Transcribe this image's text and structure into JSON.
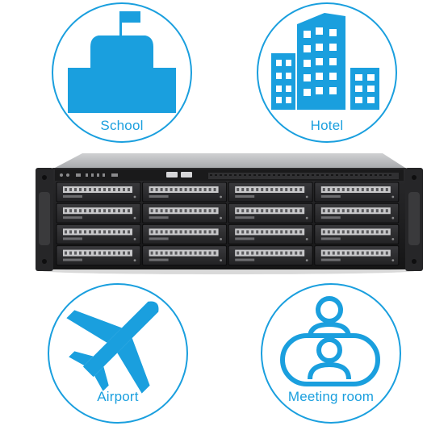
{
  "scenarios": [
    {
      "label": "School",
      "icon": "school-icon"
    },
    {
      "label": "Hotel",
      "icon": "hotel-icon"
    },
    {
      "label": "Airport",
      "icon": "airplane-icon"
    },
    {
      "label": "Meeting room",
      "icon": "meeting-room-icon"
    }
  ],
  "device": {
    "name": "rackmount-nas",
    "drive_bays": 16
  },
  "colors": {
    "accent": "#1a9fde",
    "chassis": "#1c1c1e",
    "tray": "#2b2b2e"
  }
}
